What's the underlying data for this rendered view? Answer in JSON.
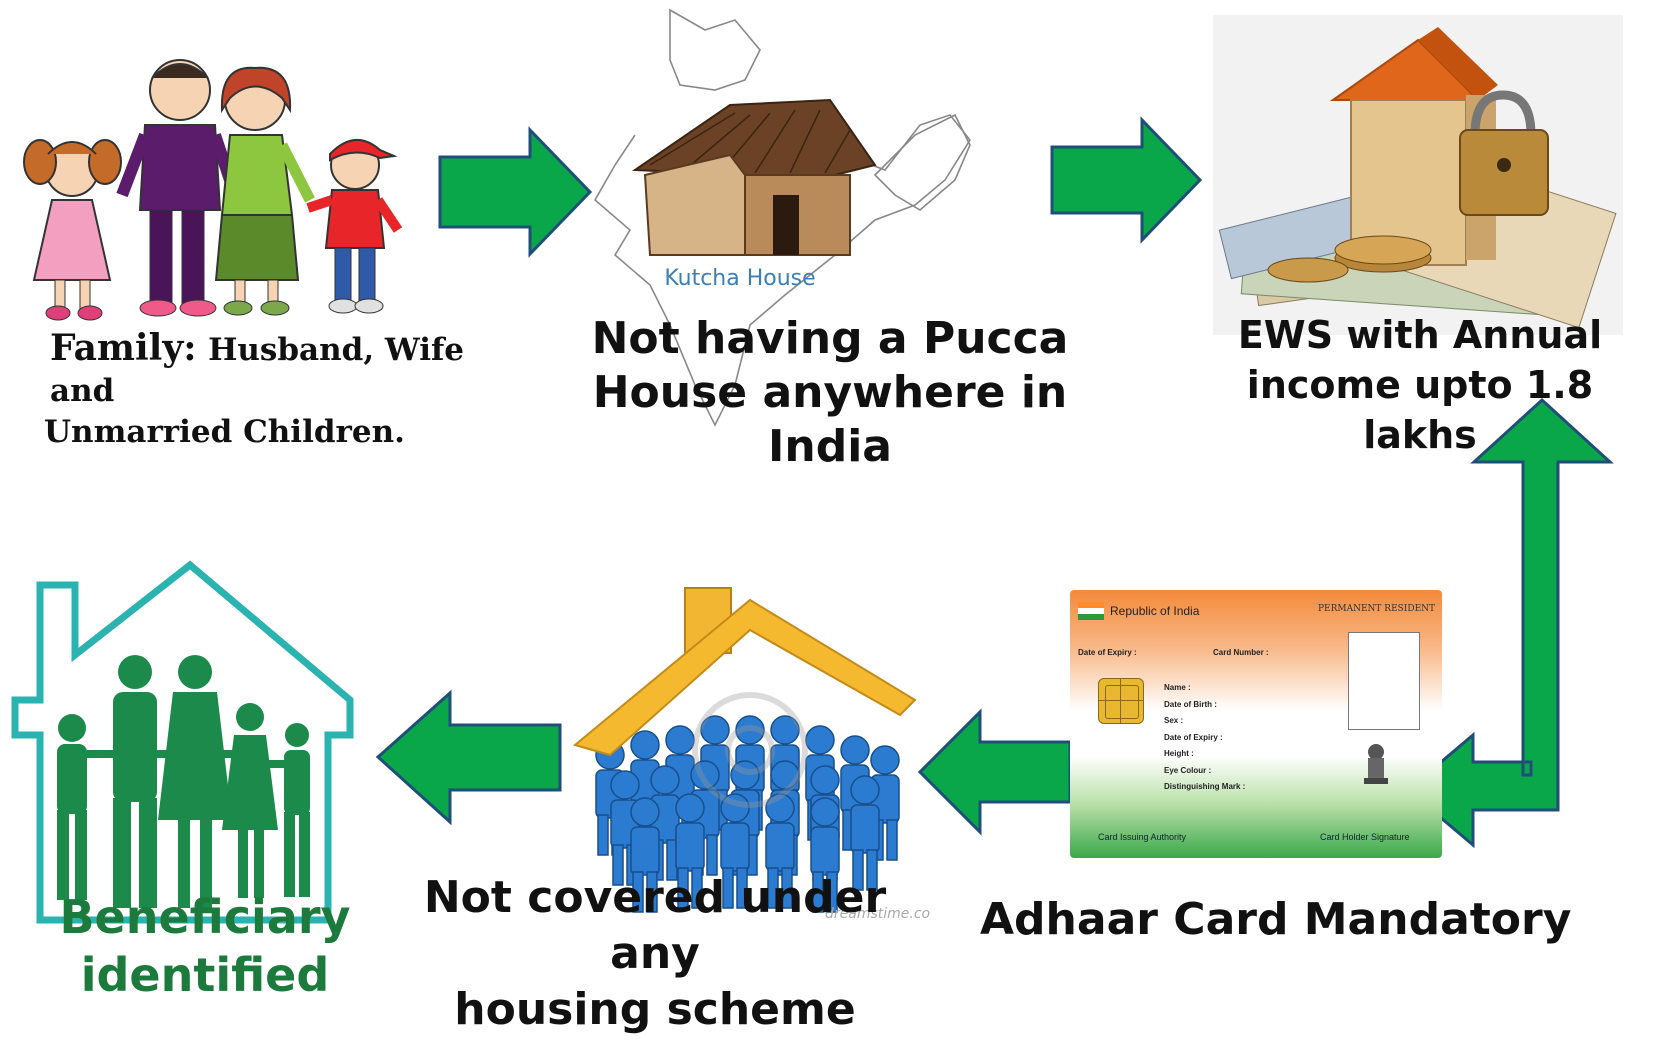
{
  "steps": {
    "family": {
      "label_lead": "Family:",
      "label_line1": "Husband, Wife and",
      "label_line2": "Unmarried Children."
    },
    "kutcha": {
      "image_caption": "Kutcha House",
      "label_line1": "Not having a Pucca",
      "label_line2": "House anywhere in India"
    },
    "ews": {
      "label_line1": "EWS with Annual",
      "label_line2": "income upto 1.8 lakhs"
    },
    "adhaar": {
      "label": "Adhaar Card Mandatory",
      "card": {
        "country": "Republic of India",
        "type": "PERMANENT RESIDENT",
        "expiry_label": "Date of Expiry :",
        "card_number_label": "Card Number :",
        "fields": [
          "Name :",
          "Date of Birth :",
          "Sex :",
          "Date of Expiry :",
          "Height :",
          "Eye Colour :",
          "Distinguishing Mark :"
        ],
        "authority_label": "Card Issuing Authority",
        "signature_label": "Card Holder Signature"
      }
    },
    "housing": {
      "label_line1": "Not covered under any",
      "label_line2": "housing scheme",
      "watermark": "dreamstime.com"
    },
    "beneficiary": {
      "label_line1": "Beneficiary",
      "label_line2": "identified"
    }
  },
  "colors": {
    "arrow_fill": "#0aa74a",
    "arrow_outline": "#1f4e79",
    "beneficiary_green": "#1b7a3c",
    "house_outline": "#2ab3b0"
  }
}
